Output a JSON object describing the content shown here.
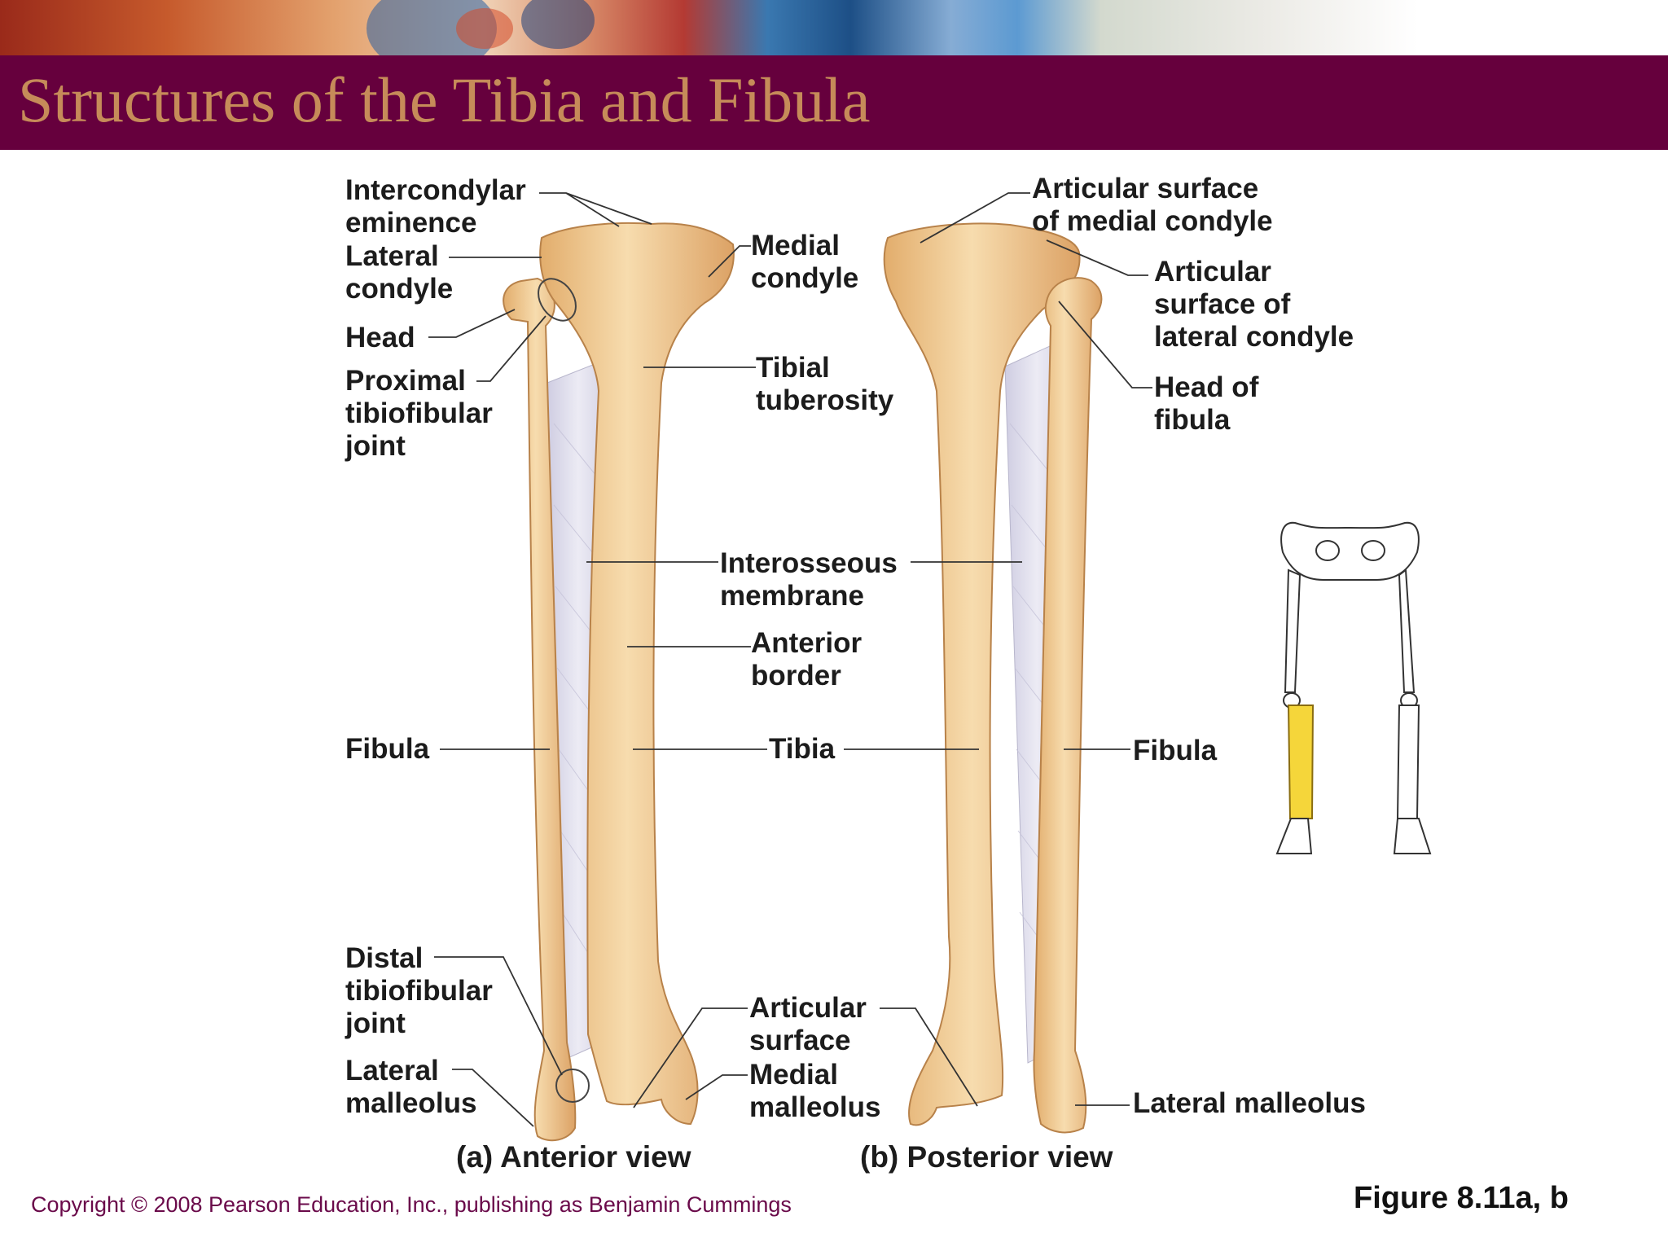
{
  "slide": {
    "title": "Structures of the Tibia and Fibula",
    "copyright": "Copyright © 2008 Pearson Education, Inc., publishing as Benjamin Cummings",
    "figure_ref": "Figure 8.11a, b"
  },
  "labels": {
    "intercondylar_eminence": "Intercondylar\neminence",
    "lateral_condyle": "Lateral\ncondyle",
    "head": "Head",
    "proximal_tibiofibular_joint": "Proximal\ntibiofibular\njoint",
    "medial_condyle": "Medial\ncondyle",
    "tibial_tuberosity": "Tibial\ntuberosity",
    "interosseous_membrane": "Interosseous\nmembrane",
    "anterior_border": "Anterior\nborder",
    "fibula_left": "Fibula",
    "tibia": "Tibia",
    "distal_tibiofibular_joint": "Distal\ntibiofibular\njoint",
    "lateral_malleolus_left": "Lateral\nmalleolus",
    "articular_surface": "Articular\nsurface",
    "medial_malleolus": "Medial\nmalleolus",
    "articular_surface_medial_condyle": "Articular surface\nof medial condyle",
    "articular_surface_lateral_condyle": "Articular\nsurface of\nlateral condyle",
    "head_of_fibula": "Head of\nfibula",
    "fibula_right": "Fibula",
    "lateral_malleolus_right": "Lateral malleolus"
  },
  "views": {
    "anterior": "(a) Anterior view",
    "posterior": "(b) Posterior view"
  },
  "colors": {
    "title_bar": "#66003d",
    "title_text": "#c68b59",
    "bone": "#f0cc96",
    "membrane": "#dcdbea",
    "highlight": "#f5d63a"
  }
}
